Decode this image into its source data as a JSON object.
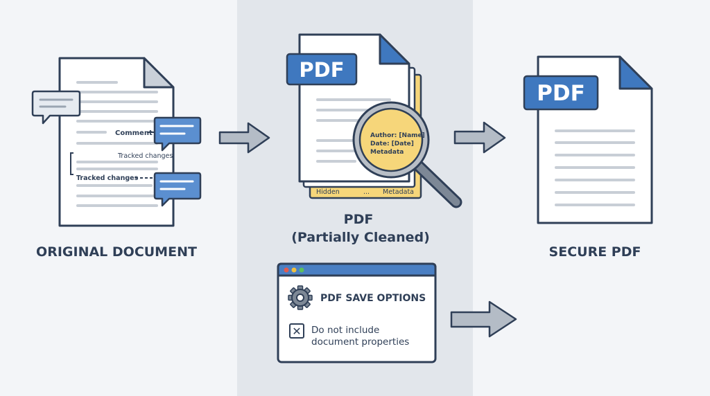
{
  "colors": {
    "background": "#f3f5f8",
    "middle_panel": "#e2e6eb",
    "outline": "#2f3f57",
    "pdf_blue": "#3f78bf",
    "comment_blue": "#5b8fd0",
    "highlight_yellow": "#f6d67a",
    "arrow_gray": "#b4bcc6",
    "window_bar": "#4a7fc3"
  },
  "original": {
    "caption": "ORIGINAL DOCUMENT",
    "comment_label": "Comment",
    "tracked_label_1": "Tracked changes",
    "tracked_label_2": "Tracked changes",
    "icons": [
      "comment-bubble-icon",
      "comment-bubble-icon",
      "comment-bubble-icon"
    ]
  },
  "partial": {
    "badge": "PDF",
    "caption_line1": "PDF",
    "caption_line2": "(Partially Cleaned)",
    "magnifier_lines": [
      "Author: [Name]",
      "Date: [Date]",
      "Metadata"
    ],
    "hidden_label": "Hidden",
    "hidden_dots": "...",
    "hidden_metadata": "Metadata",
    "icons": [
      "magnifying-glass-icon"
    ]
  },
  "secure": {
    "badge": "PDF",
    "caption": "SECURE PDF"
  },
  "options_dialog": {
    "title": "PDF SAVE OPTIONS",
    "checkbox_mark": "✕",
    "checkbox_line1": "Do not include",
    "checkbox_line2": "document properties",
    "icons": [
      "gear-icon",
      "checkbox-icon"
    ]
  }
}
